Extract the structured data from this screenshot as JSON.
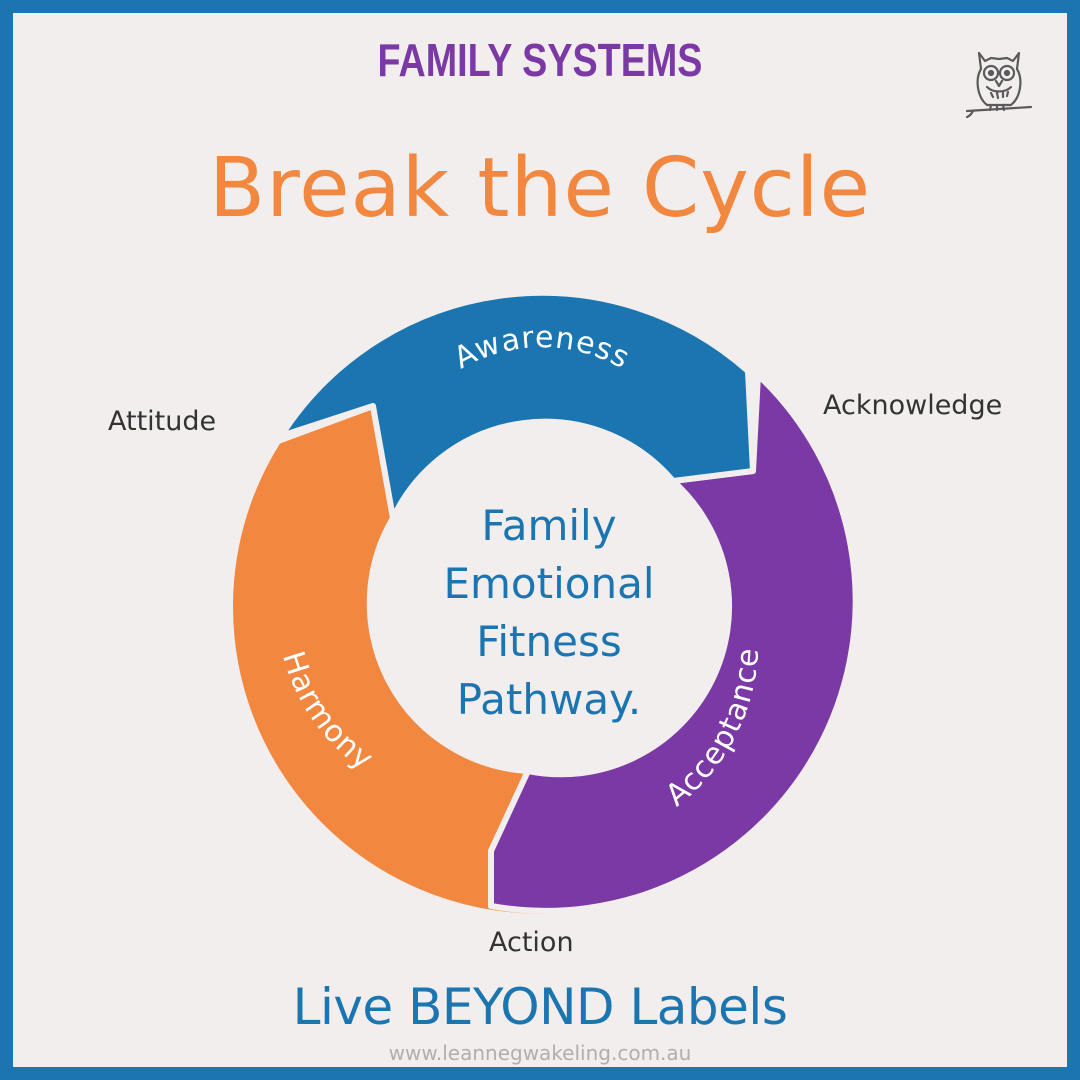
{
  "header": {
    "eyebrow": "FAMILY SYSTEMS",
    "headline": "Break the Cycle"
  },
  "cycle": {
    "segments": [
      {
        "label": "Awareness",
        "color": "#1b75b0"
      },
      {
        "label": "Acceptance",
        "color": "#7b39a6"
      },
      {
        "label": "Harmony",
        "color": "#f2883f"
      }
    ],
    "outer_labels": {
      "attitude": "Attitude",
      "acknowledge": "Acknowledge",
      "action": "Action"
    },
    "center_lines": [
      "Family",
      "Emotional",
      "Fitness",
      "Pathway."
    ]
  },
  "footer": {
    "tagline": "Live BEYOND Labels",
    "url": "www.leannegwakeling.com.au"
  },
  "colors": {
    "frame": "#1b75b0",
    "background": "#f2eeee",
    "accent_orange": "#f2883f",
    "accent_purple": "#7b39a6",
    "accent_blue": "#1b75b0"
  },
  "icons": {
    "logo": "owl-icon"
  }
}
